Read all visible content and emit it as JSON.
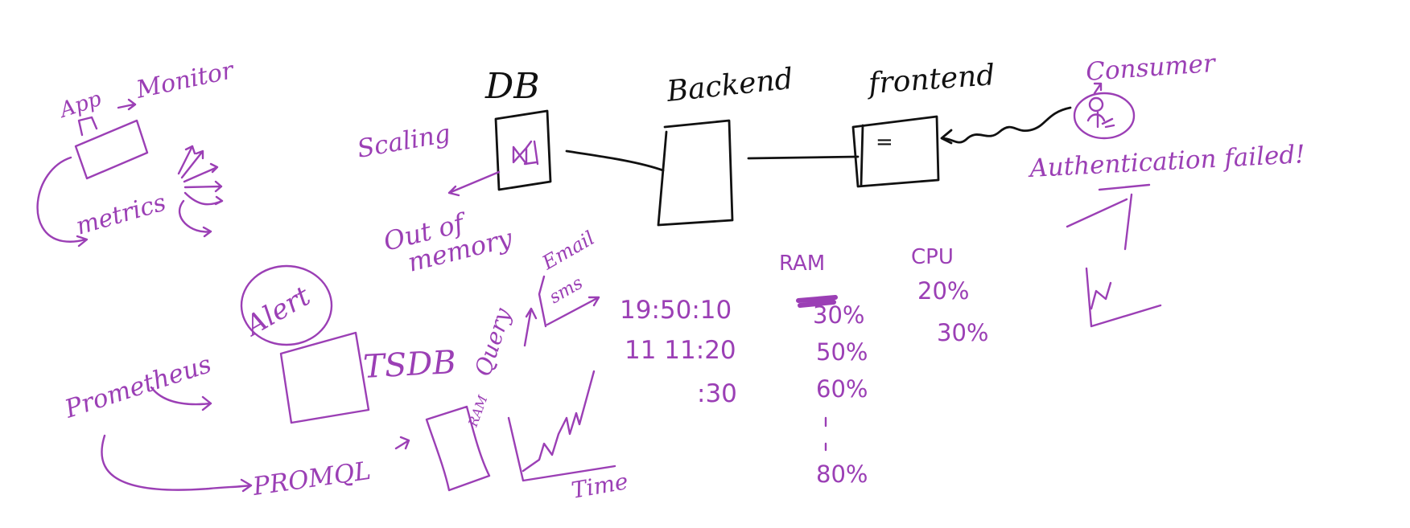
{
  "colors": {
    "ink_purple": "#9b3fb5",
    "ink_black": "#111111",
    "background": "#ffffff"
  },
  "architecture": {
    "db_label": "DB",
    "backend_label": "Backend",
    "frontend_label": "frontend",
    "consumer_label": "Consumer",
    "frontend_icon": "="
  },
  "monitoring": {
    "app_label": "App",
    "monitor_label": "Monitor",
    "metrics_label": "metrics",
    "scaling_label": "Scaling",
    "out_of_memory_line1": "Out of",
    "out_of_memory_line2": "memory",
    "auth_failed_label": "Authentication failed!"
  },
  "prometheus": {
    "prometheus_label": "Prometheus",
    "alert_label": "Alert",
    "tsdb_label": "TSDB",
    "query_label": "Query",
    "email_label": "Email",
    "sms_label": "sms",
    "promql_label": "PROMQL",
    "ram_label": "RAM",
    "time_label": "Time"
  },
  "metrics_table": {
    "ram_header": "RAM",
    "cpu_header": "CPU",
    "timestamps": [
      "19:50:10",
      "11 11:20",
      ":30"
    ],
    "ram_values": [
      "30%",
      "50%",
      "60%",
      "80%"
    ],
    "cpu_values": [
      "20%",
      "30%"
    ]
  }
}
